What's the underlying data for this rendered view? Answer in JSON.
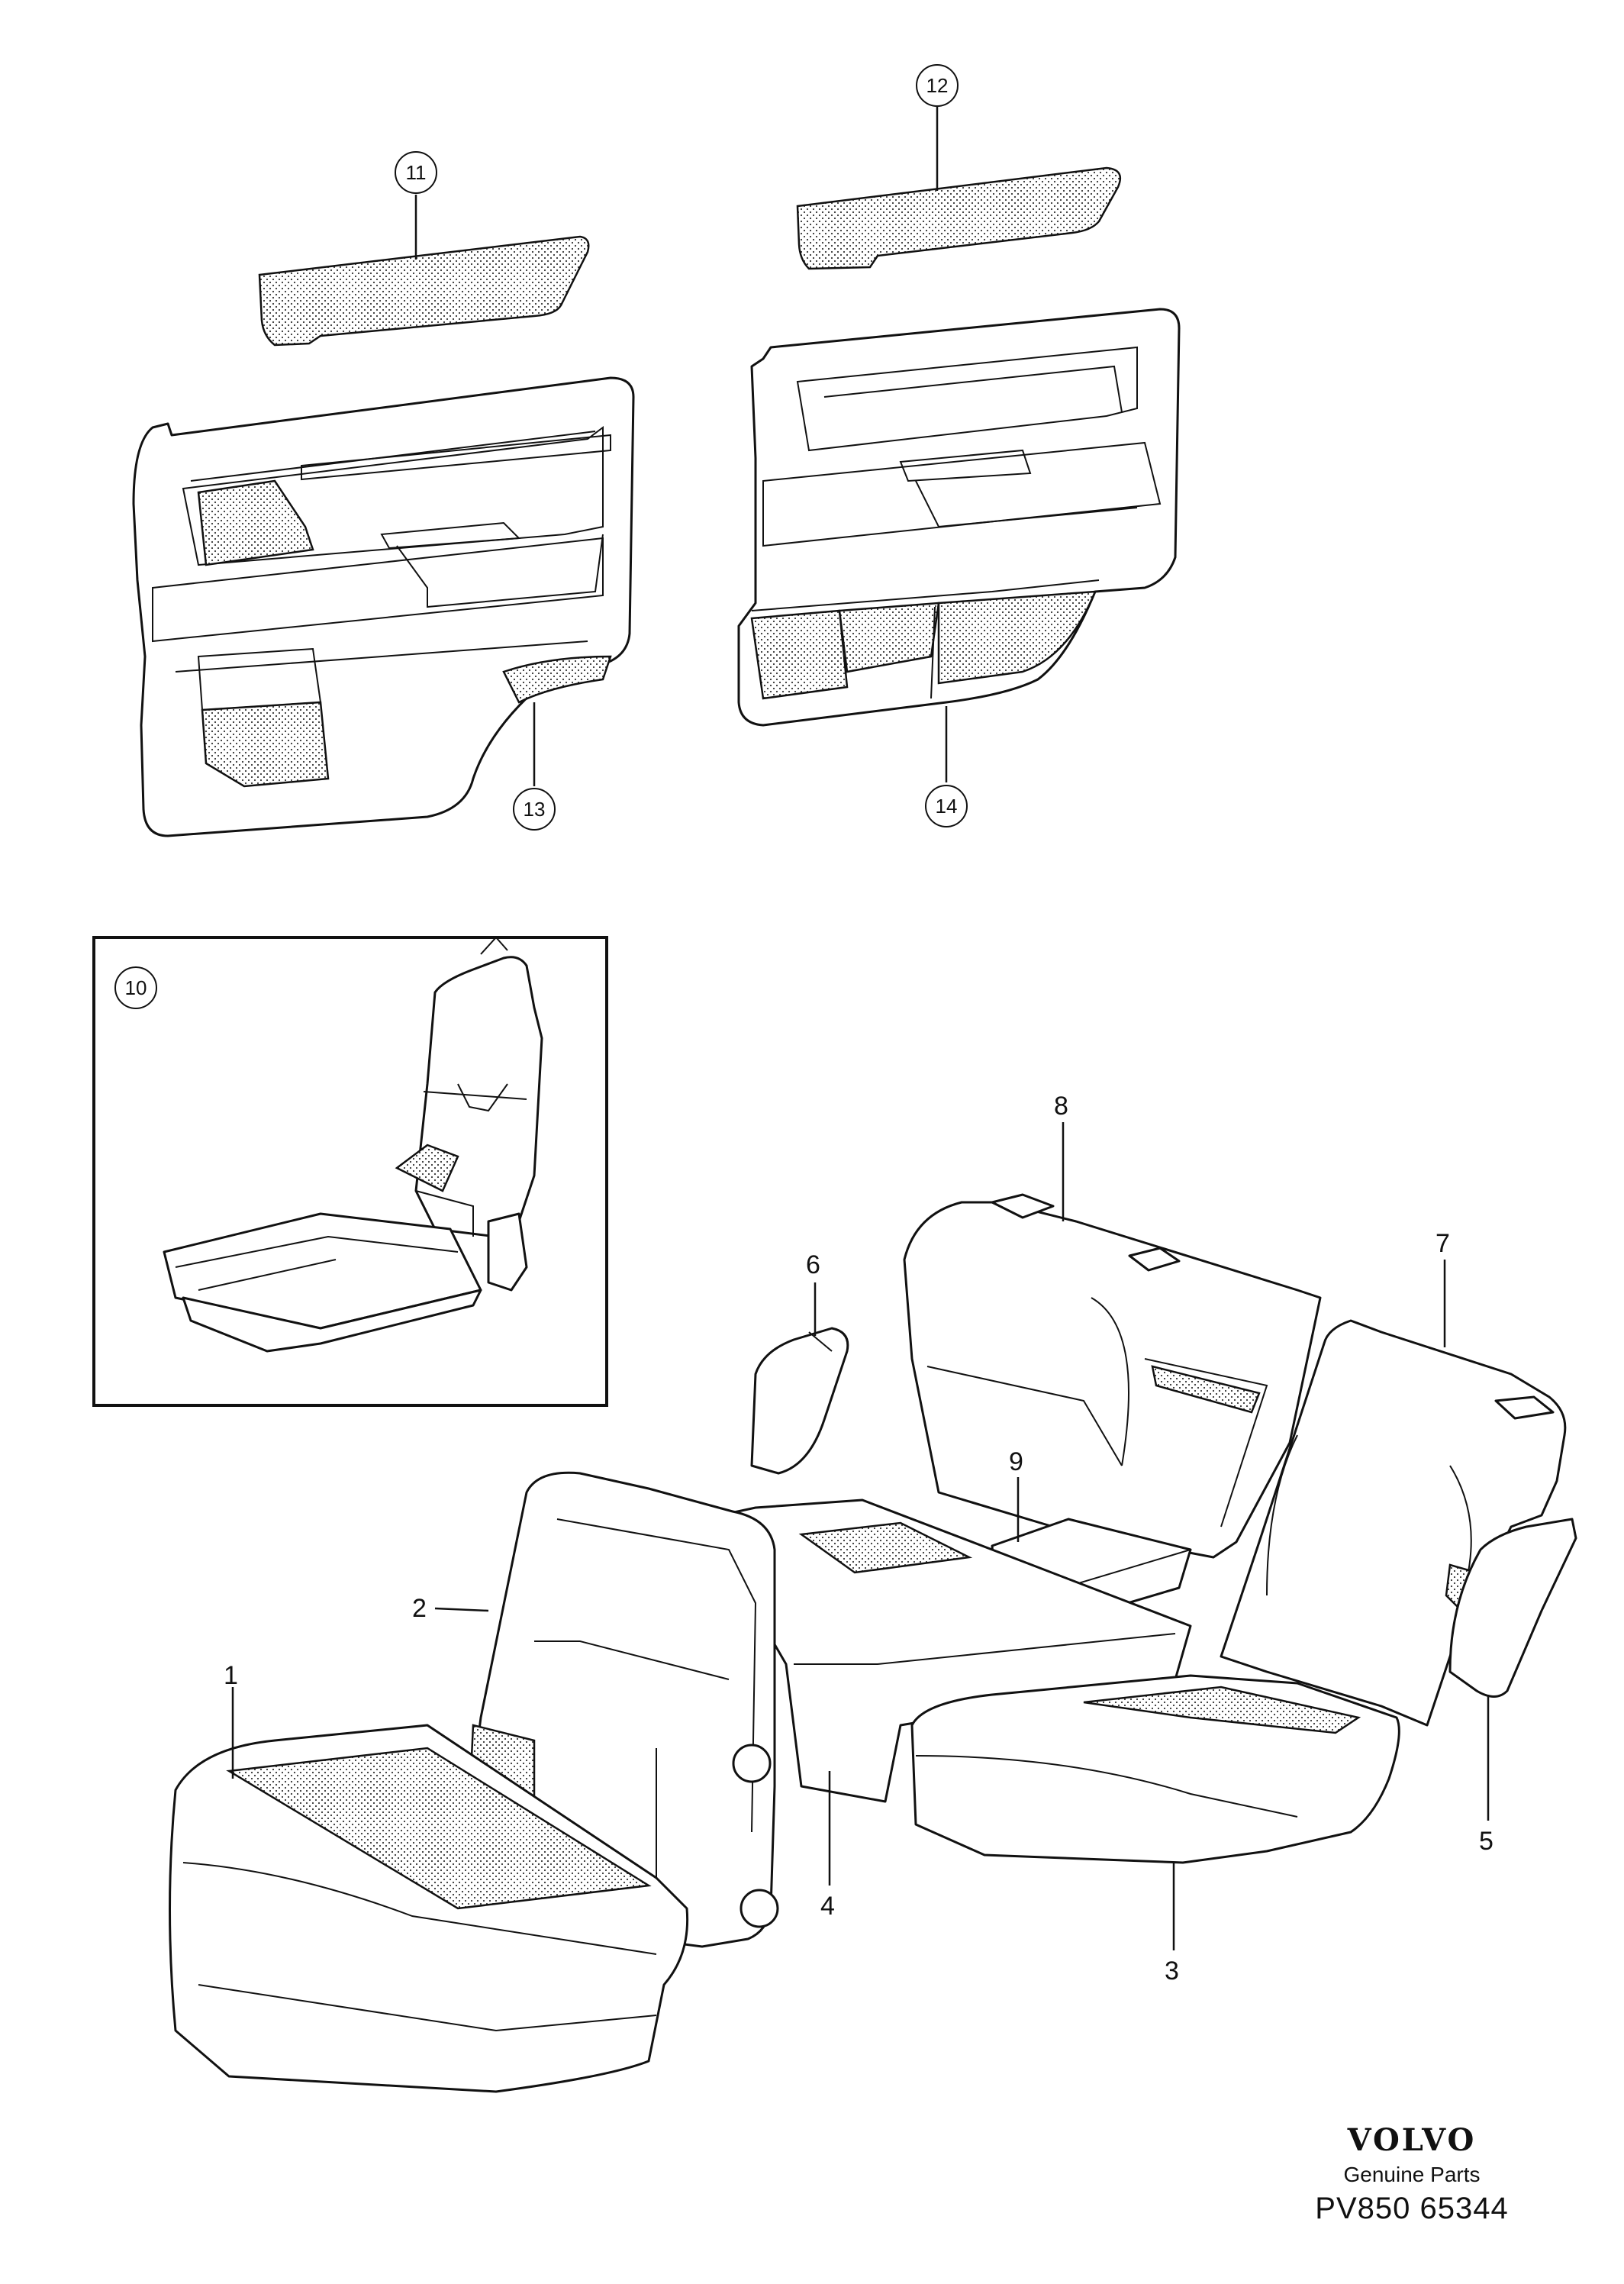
{
  "callouts": {
    "p1": "1",
    "p2": "2",
    "p3": "3",
    "p4": "4",
    "p5": "5",
    "p6": "6",
    "p7": "7",
    "p8": "8",
    "p9": "9",
    "p10": "10",
    "p11": "11",
    "p12": "12",
    "p13": "13",
    "p14": "14"
  },
  "brand": {
    "logo": "VOLVO",
    "subtitle": "Genuine Parts",
    "code": "PV850 65344"
  }
}
